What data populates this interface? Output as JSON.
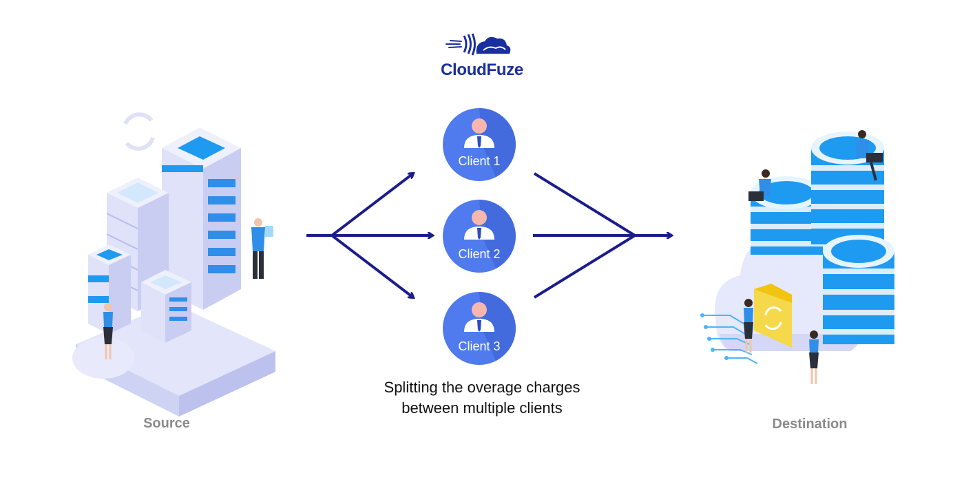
{
  "brand": {
    "name": "CloudFuze",
    "color": "#1a2f9e"
  },
  "clients": [
    {
      "label": "Client 1"
    },
    {
      "label": "Client 2"
    },
    {
      "label": "Client 3"
    }
  ],
  "caption": {
    "line1": "Splitting the overage charges",
    "line2": "between multiple clients"
  },
  "source": {
    "label": "Source"
  },
  "destination": {
    "label": "Destination"
  },
  "colors": {
    "arrow": "#1b1d8c",
    "client_circle": "#4f7bee",
    "client_shadow": "#3a5fd1",
    "server_light": "#e8e9fb",
    "server_accent": "#1e9bf0",
    "label_gray": "#8a8a8a"
  },
  "icons": {
    "logo": "cloudfuze-logo-icon",
    "client": "user-tie-icon",
    "source": "server-stack-icon",
    "destination": "cloud-database-icon"
  }
}
